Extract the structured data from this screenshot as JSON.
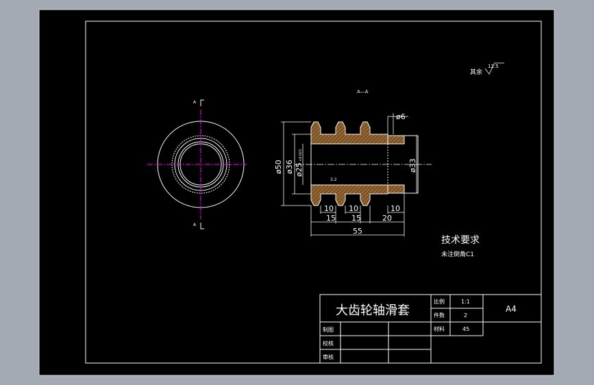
{
  "drawing": {
    "section_label": "A—A",
    "surface_finish": {
      "prefix": "其余",
      "value": "12.5"
    },
    "cut_mark_top": "A",
    "cut_mark_bottom": "A",
    "roughness_inner": "3.2",
    "diameters": {
      "d6": "ø6",
      "d50": "ø50",
      "d36": "ø36",
      "d25": "ø25",
      "d25_tol": "+0.021",
      "d33": "ø33"
    },
    "lengths": {
      "l10a": "10",
      "l10b": "10",
      "l10c": "10",
      "l15a": "15",
      "l15b": "15",
      "l20": "20",
      "l55": "55"
    },
    "tech_requirements": {
      "title": "技术要求",
      "note": "未注倒角C1"
    }
  },
  "title_block": {
    "part_name": "大齿轮轴滑套",
    "scale_label": "比例",
    "scale_value": "1:1",
    "count_label": "件数",
    "count_value": "2",
    "material_label": "材料",
    "material_value": "45",
    "sheet_size": "A4",
    "drawn_label": "制图",
    "checked_label": "校核",
    "approved_label": "审核"
  },
  "colors": {
    "app_background": "#a3aab4",
    "sheet": "#000000",
    "lines": "#ffffff",
    "center_lines": "#ff00ff",
    "hatch": "#8b5a2b"
  }
}
